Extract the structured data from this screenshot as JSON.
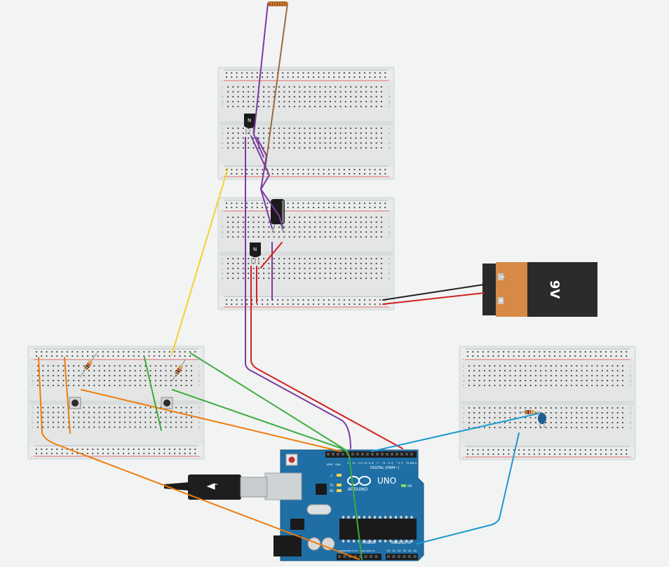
{
  "breadboard": {
    "row_letters_top": [
      "j",
      "i",
      "h",
      "g",
      "f"
    ],
    "row_letters_bottom": [
      "e",
      "d",
      "c",
      "b",
      "a"
    ],
    "rail_plus": "+",
    "rail_minus": "-"
  },
  "arduino": {
    "logo": "ARDUINO",
    "model": "UNO",
    "digital_label": "DIGITAL (PWM~)",
    "power_label": "POWER",
    "analog_label": "ANALOG IN",
    "on_label": "ON",
    "l_label": "L",
    "tx_label": "TX",
    "rx_label": "RX",
    "aref_label": "AREF",
    "gnd_label": "GND",
    "digital_pins": [
      "13",
      "12",
      "~11",
      "~10",
      "~9",
      "8",
      "7",
      "~6",
      "~5",
      "4",
      "~3",
      "2",
      "TX 1",
      "RX 0"
    ],
    "power_pins": [
      "IOREF",
      "RESET",
      "3.3V",
      "5V",
      "GND",
      "GND",
      "Vin"
    ],
    "analog_pins": [
      "A0",
      "A1",
      "A2",
      "A3",
      "A4",
      "A5"
    ]
  },
  "battery": {
    "label": "9V",
    "minus": "−",
    "plus": "+"
  },
  "transistor": {
    "label": "N"
  },
  "colors": {
    "background": "#f2f3f3",
    "breadboard": "#e4e6e6",
    "arduino_board": "#1f6fa6",
    "battery_body": "#d68a46",
    "battery_cap": "#2a2a2a",
    "wire_purple": "#7b3aa0",
    "wire_brown": "#9b6b3f",
    "wire_red": "#d42020",
    "wire_black": "#222222",
    "wire_yellow": "#f2d22e",
    "wire_orange": "#ee7c0e",
    "wire_green": "#3aad3a",
    "wire_blue": "#1a9ad0"
  },
  "icons": [
    "transistor-icon",
    "capacitor-icon",
    "resistor-icon",
    "led-icon",
    "pushbutton-icon",
    "usb-cable-icon",
    "battery-icon",
    "antenna-coil-icon"
  ]
}
